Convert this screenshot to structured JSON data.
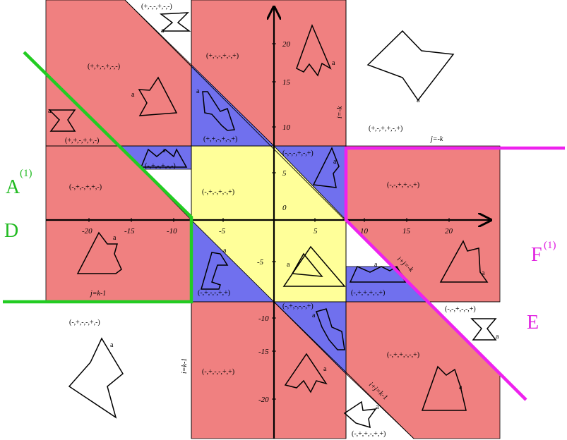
{
  "colors": {
    "red_region": "#f08080",
    "blue_region": "#7070ee",
    "yellow_region": "#ffff99",
    "green_boundary": "#22cc22",
    "magenta_boundary": "#ee22ee"
  },
  "labels": {
    "A": "A",
    "A_sup": "(1)",
    "D": "D",
    "F": "F",
    "F_sup": "(1)",
    "E": "E",
    "origin": "0",
    "vertex": "a"
  },
  "equations": {
    "i_neg_k": "i=-k",
    "j_neg_k": "j=-k",
    "i_plus_j_k": "i+j=-k",
    "j_k_minus_1": "j=k-1",
    "i_k_minus_1": "i=k-1",
    "i_plus_j_k_minus_1": "i+j=k-1"
  },
  "ticks": {
    "x": [
      "-20",
      "-15",
      "-10",
      "-5",
      "5",
      "10",
      "15",
      "20"
    ],
    "y_pos": [
      "20",
      "15",
      "10",
      "5"
    ],
    "y_neg": [
      "-5",
      "-10",
      "-15",
      "-20"
    ]
  },
  "sign_patterns": {
    "top_white": "(+,-,-,+,-,-)",
    "top_left_red": "(+,+,-,+,-,-)",
    "top_mid_red": "(+,-,-,+,-,+)",
    "top_right_white": "(+,-,+,+,-,+)",
    "left_white_strip": "(+,+,-,+,+,-)",
    "upper_blue": "(+,+,-,+,-,+)",
    "left_blue": "(-,+,-,+,-,-)",
    "center_right_blue": "(-,-,-,+,-,+)",
    "left_red": "(-,+,-,+,+,-)",
    "yellow_upper": "(-,+,-,+,-,+)",
    "right_red": "(-,-,+,+,-,+)",
    "lower_left_blue": "(-,+,-,-,+,+)",
    "lower_right_blue": "(-,+,+,+,-,+)",
    "mid_lower_blue": "(-,+,-,-,-,+)",
    "right_white": "(-,-,+,-,-,+)",
    "lower_left_white": "(-,+,-,-,+,-)",
    "lower_mid_red": "(-,+,-,-,+,+)",
    "lower_right_red": "(-,+,+,-,-,+)",
    "bottom_white": "(-,+,+,-,+,+)"
  }
}
